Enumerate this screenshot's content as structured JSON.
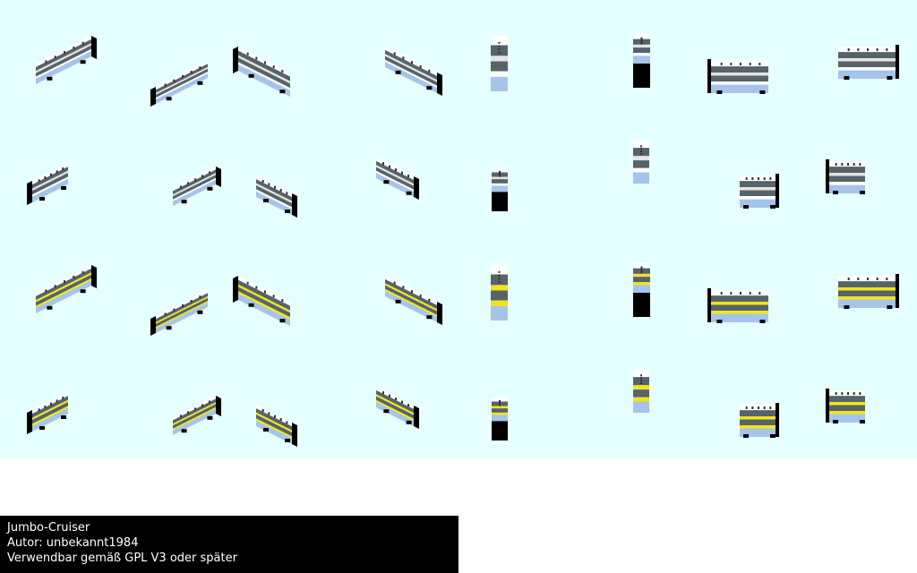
{
  "info": {
    "title": "Jumbo-Cruiser",
    "author": "Autor: unbekannt1984",
    "license": "Verwendbar gemäß GPL V3 oder später"
  },
  "colors": {
    "background": "#e6ffff",
    "roof": "#ffffff",
    "band": "#56646a",
    "light": "#e4e4e4",
    "yellow": "#f2e41a",
    "chassis": "#a6c4ea",
    "cap": "#000000"
  }
}
